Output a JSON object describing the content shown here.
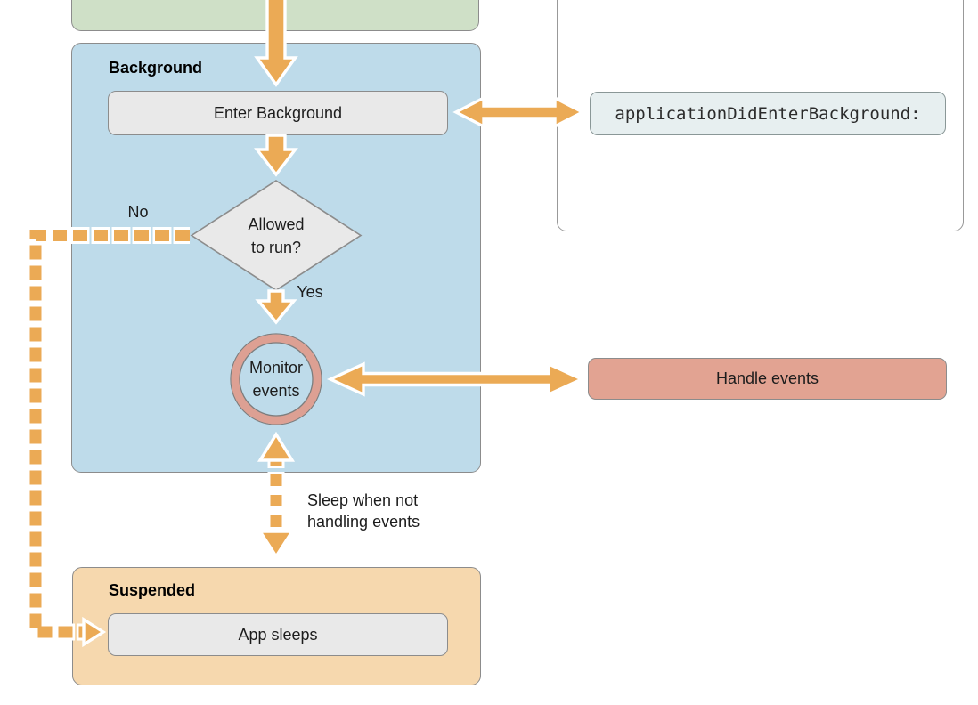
{
  "colors": {
    "panel_green": "#cfe0c7",
    "panel_blue": "#bedbea",
    "panel_tan": "#f6d8ae",
    "node_gray": "#e9e9e9",
    "node_salmon": "#e2a392",
    "ring_salmon": "#dda093",
    "code_bg": "#e7eff0",
    "code_border": "#8a9797",
    "arrow_orange": "#ebaa55",
    "border_gray": "#8c8c8c",
    "panel_border_light": "#999999",
    "text_dark": "#1c1c1c",
    "code_text": "#2b2b2b"
  },
  "panels": {
    "background": {
      "title": "Background"
    },
    "suspended": {
      "title": "Suspended"
    }
  },
  "nodes": {
    "enter_background": "Enter Background",
    "allowed_to_run": "Allowed\nto run?",
    "monitor_events": "Monitor\nevents",
    "handle_events": "Handle events",
    "app_sleeps": "App sleeps",
    "callback": "applicationDidEnterBackground:"
  },
  "edge_labels": {
    "no": "No",
    "yes": "Yes",
    "sleep_note": "Sleep when not\nhandling events"
  }
}
